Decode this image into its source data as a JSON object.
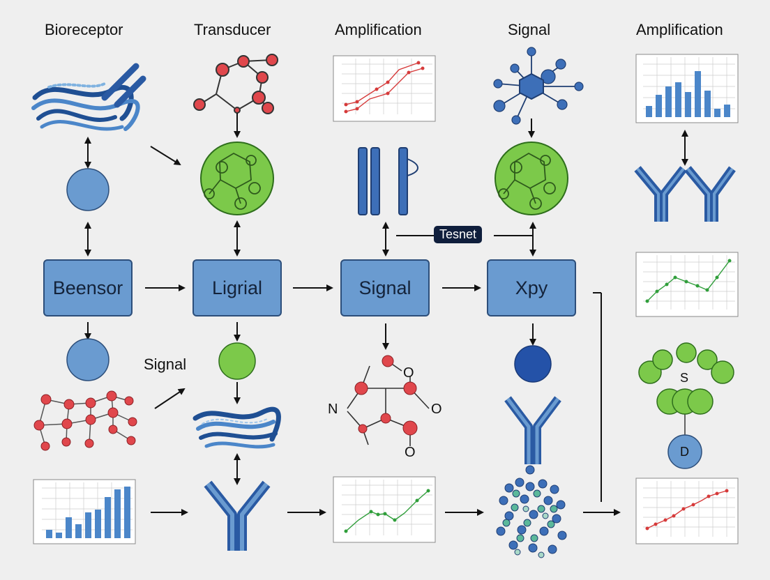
{
  "columns": {
    "c1": "Bioreceptor",
    "c2": "Transducer",
    "c3": "Amplification",
    "c4": "Signal",
    "c5": "Amplification"
  },
  "boxes": {
    "b1": "Beensor",
    "b2": "Ligrial",
    "b3": "Signal",
    "b4": "Xpy"
  },
  "labels": {
    "side_signal": "Signal",
    "tag": "Tesnet",
    "atom_n": "N",
    "atom_o1": "O",
    "atom_o2": "O",
    "atom_o3": "O",
    "node_s": "S",
    "node_d": "D"
  },
  "colors": {
    "box_fill": "#6a9bd0",
    "box_border": "#2c4e7a",
    "green": "#7cc94a",
    "red": "#e0474c",
    "blue": "#3d6fb8",
    "dark_blue": "#2452a8"
  }
}
